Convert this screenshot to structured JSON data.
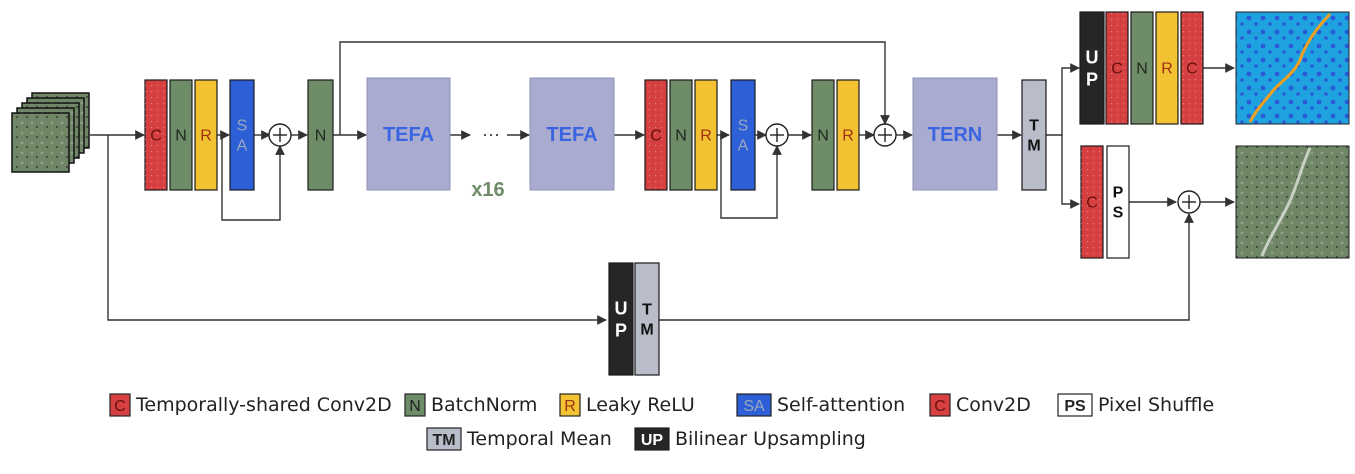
{
  "colors": {
    "conv_shared": "#d64040",
    "batchnorm": "#6f8c68",
    "leaky_relu": "#f2c233",
    "self_attention": "#2d5fd6",
    "conv2d": "#d64040",
    "pixel_shuffle": "#ffffff",
    "temporal_mean": "#b8bdc9",
    "upsampling": "#262626",
    "tefa": "#a9abd0",
    "tefa_text": "#3b64e0",
    "line": "#333333"
  },
  "blocks": {
    "c": "C",
    "n": "N",
    "r": "R",
    "sa": "S A",
    "tefa": "TEFA",
    "tern": "TERN",
    "tm": "T M",
    "up": "U P",
    "ps": "P S"
  },
  "dots": "···",
  "repeat": "x16",
  "legend": {
    "row1": [
      {
        "badge": "C",
        "label": "Temporally-shared Conv2D",
        "kind": "conv_shared"
      },
      {
        "badge": "N",
        "label": "BatchNorm",
        "kind": "batchnorm"
      },
      {
        "badge": "R",
        "label": "Leaky ReLU",
        "kind": "leaky_relu"
      },
      {
        "badge": "SA",
        "label": "Self-attention",
        "kind": "self_attention"
      },
      {
        "badge": "C",
        "label": "Conv2D",
        "kind": "conv2d"
      },
      {
        "badge": "PS",
        "label": "Pixel Shuffle",
        "kind": "pixel_shuffle"
      }
    ],
    "row2": [
      {
        "badge": "TM",
        "label": "Temporal Mean",
        "kind": "temporal_mean"
      },
      {
        "badge": "UP",
        "label": "Bilinear Upsampling",
        "kind": "upsampling"
      }
    ]
  }
}
